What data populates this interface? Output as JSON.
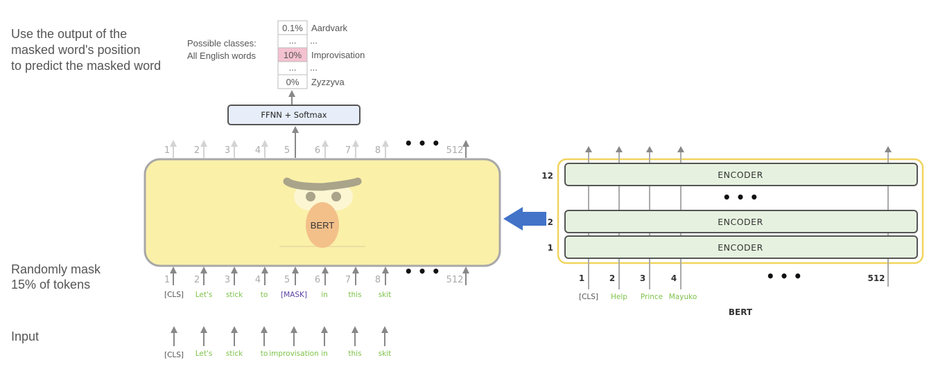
{
  "left_panel": {
    "instruction_predict": [
      "Use the output of the",
      "masked word's position",
      "to predict the masked word"
    ],
    "instruction_mask": [
      "Randomly mask",
      "15% of tokens"
    ],
    "input_label": "Input",
    "possible_classes": [
      "Possible classes:",
      "All English words"
    ],
    "classes": [
      {
        "prob": "0.1%",
        "word": "Aardvark",
        "highlight": false
      },
      {
        "prob": "...",
        "word": "...",
        "highlight": false
      },
      {
        "prob": "10%",
        "word": "Improvisation",
        "highlight": true
      },
      {
        "prob": "...",
        "word": "...",
        "highlight": false
      },
      {
        "prob": "0%",
        "word": "Zyzzyva",
        "highlight": false
      }
    ],
    "ffnn_label": "FFNN + Softmax",
    "output_positions": [
      "1",
      "2",
      "3",
      "4",
      "5",
      "6",
      "7",
      "8",
      "512"
    ],
    "input_positions": [
      "1",
      "2",
      "3",
      "4",
      "5",
      "6",
      "7",
      "8",
      "512"
    ],
    "ellipsis": "• • •",
    "masked_tokens": [
      "[CLS]",
      "Let's",
      "stick",
      "to",
      "[MASK]",
      "in",
      "this",
      "skit"
    ],
    "input_tokens": [
      "[CLS]",
      "Let's",
      "stick",
      "to",
      "improvisation",
      "in",
      "this",
      "skit"
    ],
    "model_label": "BERT"
  },
  "right_panel": {
    "layer_numbers": [
      "12",
      "2",
      "1"
    ],
    "encoder_labels": [
      "ENCODER",
      "ENCODER",
      "ENCODER"
    ],
    "ellipsis": "• • •",
    "positions": [
      "1",
      "2",
      "3",
      "4",
      "512"
    ],
    "tokens": [
      "[CLS]",
      "Help",
      "Prince",
      "Mayuko"
    ],
    "caption": "BERT"
  },
  "colors": {
    "bert_box_fill": "#fbf0a8",
    "bert_box_stroke": "#a8a8a8",
    "encoder_fill": "#e6f2df",
    "encoder_stack_stroke": "#f2d45c",
    "ffnn_fill": "#e7eef9",
    "highlight_fill": "#f4c1d0",
    "token_green": "#7ec24a",
    "mask_purple": "#5a3fa0",
    "big_arrow": "#4273c8",
    "face_nose": "#f3c08a"
  }
}
